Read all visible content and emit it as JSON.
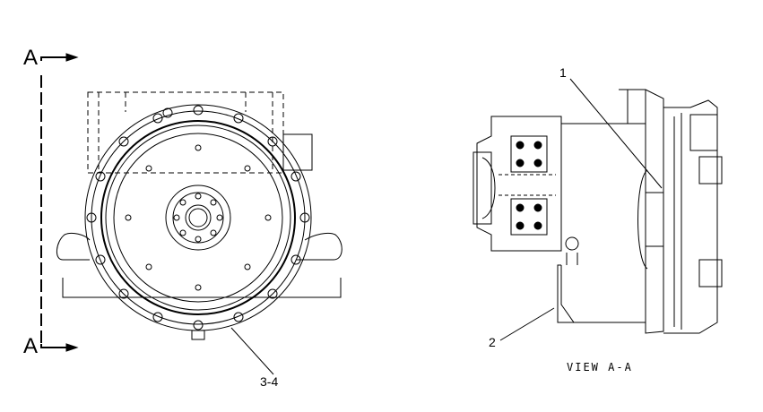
{
  "section_marker": {
    "top": "A",
    "bottom": "A"
  },
  "callouts": {
    "c1": "1",
    "c2": "2",
    "c34": "3-4"
  },
  "view_label": "VIEW A-A"
}
